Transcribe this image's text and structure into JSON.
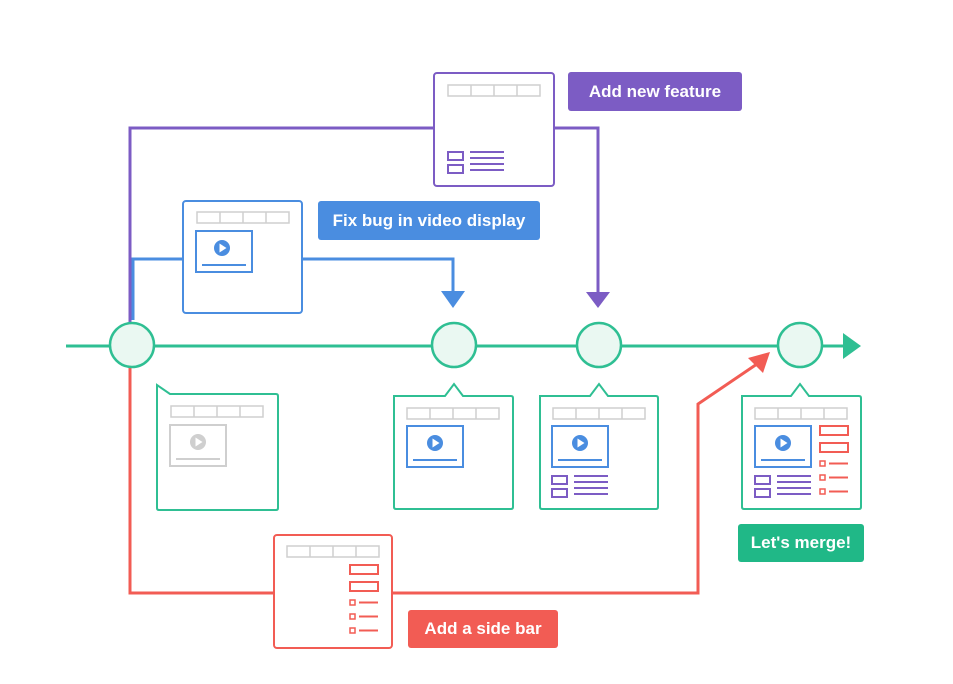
{
  "labels": {
    "add_feature": "Add new feature",
    "fix_bug": "Fix bug in video display",
    "side_bar": "Add a side bar",
    "merge": "Let's merge!"
  },
  "colors": {
    "main_branch": "#2fbf93",
    "feature_branch": "#7c5cc4",
    "bugfix_branch": "#4a8de0",
    "sidebar_branch": "#f25c54",
    "merge_label": "#20b887",
    "placeholder_gray": "#cfcfcf",
    "commit_fill": "#eaf8f2"
  },
  "icons": {
    "commit": "circle",
    "arrow": "triangle-arrowhead",
    "video": "play-icon"
  }
}
